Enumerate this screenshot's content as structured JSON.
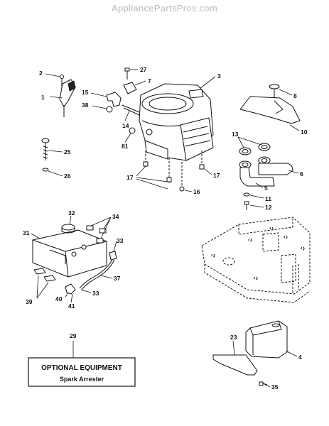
{
  "watermark": "AppliancePartsPros.com",
  "callouts": {
    "c1": "1",
    "c2": "2",
    "c3": "3",
    "c4": "4",
    "c5": "5",
    "c6": "6",
    "c7": "7",
    "c8": "8",
    "c10": "10",
    "c11": "11",
    "c12": "12",
    "c13": "13",
    "c14": "14",
    "c15": "15",
    "c16": "16",
    "c17a": "17",
    "c17b": "17",
    "c23": "23",
    "c25": "25",
    "c26": "26",
    "c27": "27",
    "c29": "29",
    "c31": "31",
    "c32": "32",
    "c33a": "33",
    "c33b": "33",
    "c34": "34",
    "c35": "35",
    "c37": "37",
    "c38": "38",
    "c39": "39",
    "c40": "40",
    "c41": "41",
    "c81": "81"
  },
  "optional_box": {
    "title": "OPTIONAL EQUIPMENT",
    "subtitle": "Spark Arrester"
  }
}
